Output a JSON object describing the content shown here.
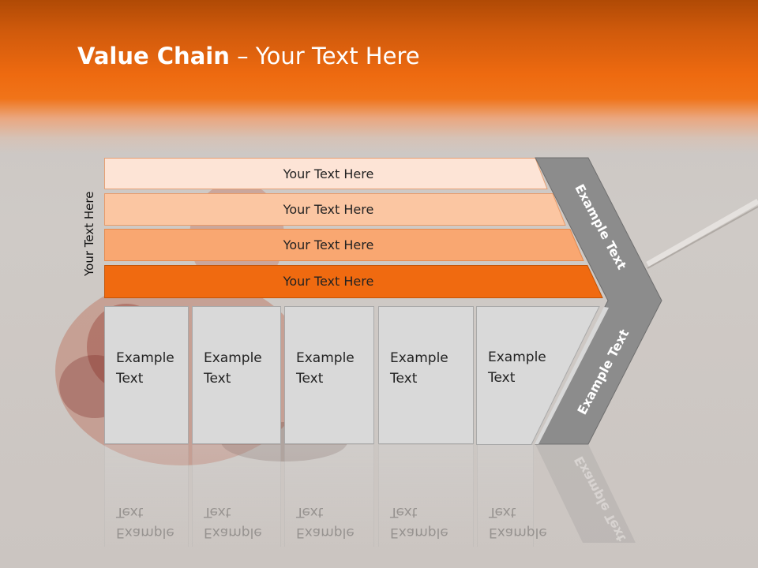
{
  "slide": {
    "title_bold": "Value Chain",
    "title_rest": " – Your Text Here",
    "side_label": "Your Text Here",
    "bars": [
      {
        "label": "Your Text Here",
        "color": "#fde4d6"
      },
      {
        "label": "Your Text Here",
        "color": "#fbc6a2"
      },
      {
        "label": "Your Text Here",
        "color": "#f9a771"
      },
      {
        "label": "Your Text Here",
        "color": "#f06a10"
      }
    ],
    "boxes": [
      {
        "label": "Example Text"
      },
      {
        "label": "Example Text"
      },
      {
        "label": "Example Text"
      },
      {
        "label": "Example Text"
      },
      {
        "label": "Example Text"
      }
    ],
    "chevron": {
      "upper_label": "Example Text",
      "lower_label": "Example Text",
      "color": "#8c8c8c"
    },
    "colors": {
      "header": "#ee6a10",
      "accent": "#f06a10"
    }
  }
}
